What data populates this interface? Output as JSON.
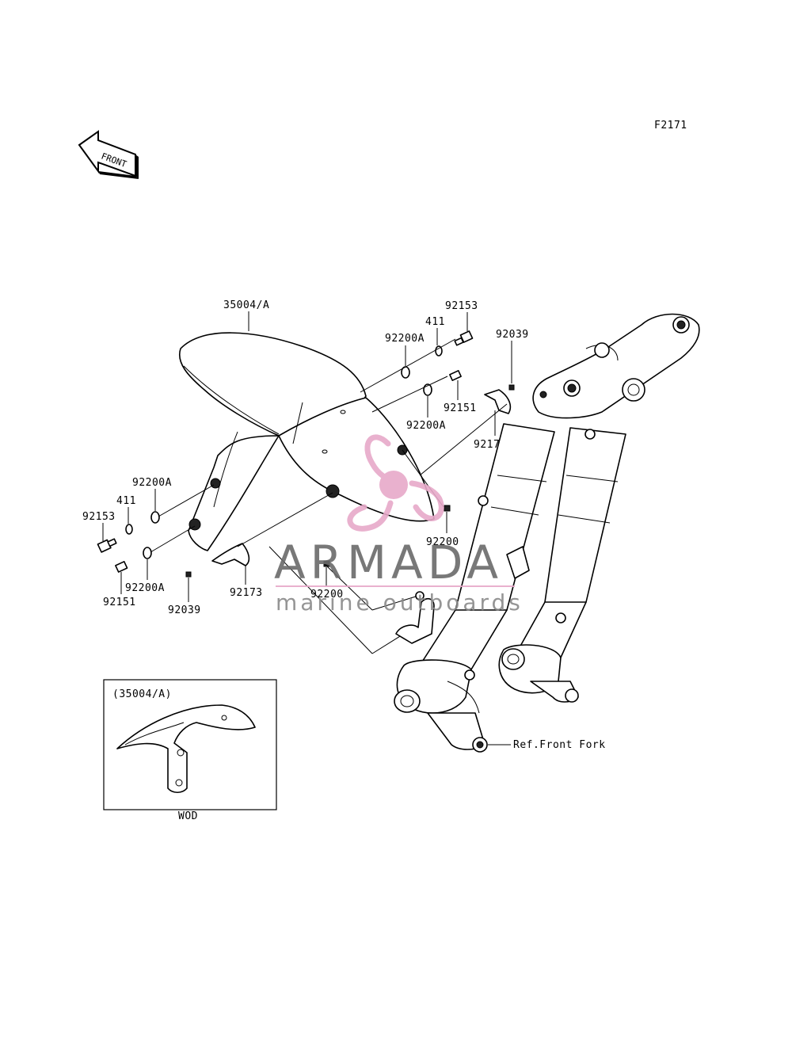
{
  "diagram_code": "F2171",
  "front_arrow": {
    "label": "FRONT",
    "icon": "front-direction-arrow-icon"
  },
  "labels": {
    "fender": "35004/A",
    "bolt_top": "92153",
    "collar_top": "411",
    "washer_top": "92200A",
    "clip_top": "92039",
    "screw_top": "92151",
    "washer_mid": "92200A",
    "bracket_right": "92173A",
    "nut_right": "92200",
    "washer_left_top": "92200A",
    "collar_left": "411",
    "bolt_left": "92153",
    "washer_left_bottom": "92200A",
    "screw_left": "92151",
    "clip_left": "92039",
    "bracket_left": "92173",
    "nut_bottom": "92200",
    "front_fork_ref": "Ref.Front Fork"
  },
  "inset": {
    "title": "(35004/A)",
    "caption": "WOD"
  },
  "watermark": {
    "brand": "ARMADA",
    "tagline": "marine outboards",
    "color": "#e7a9c9",
    "text_color": "#6a6a6a"
  }
}
